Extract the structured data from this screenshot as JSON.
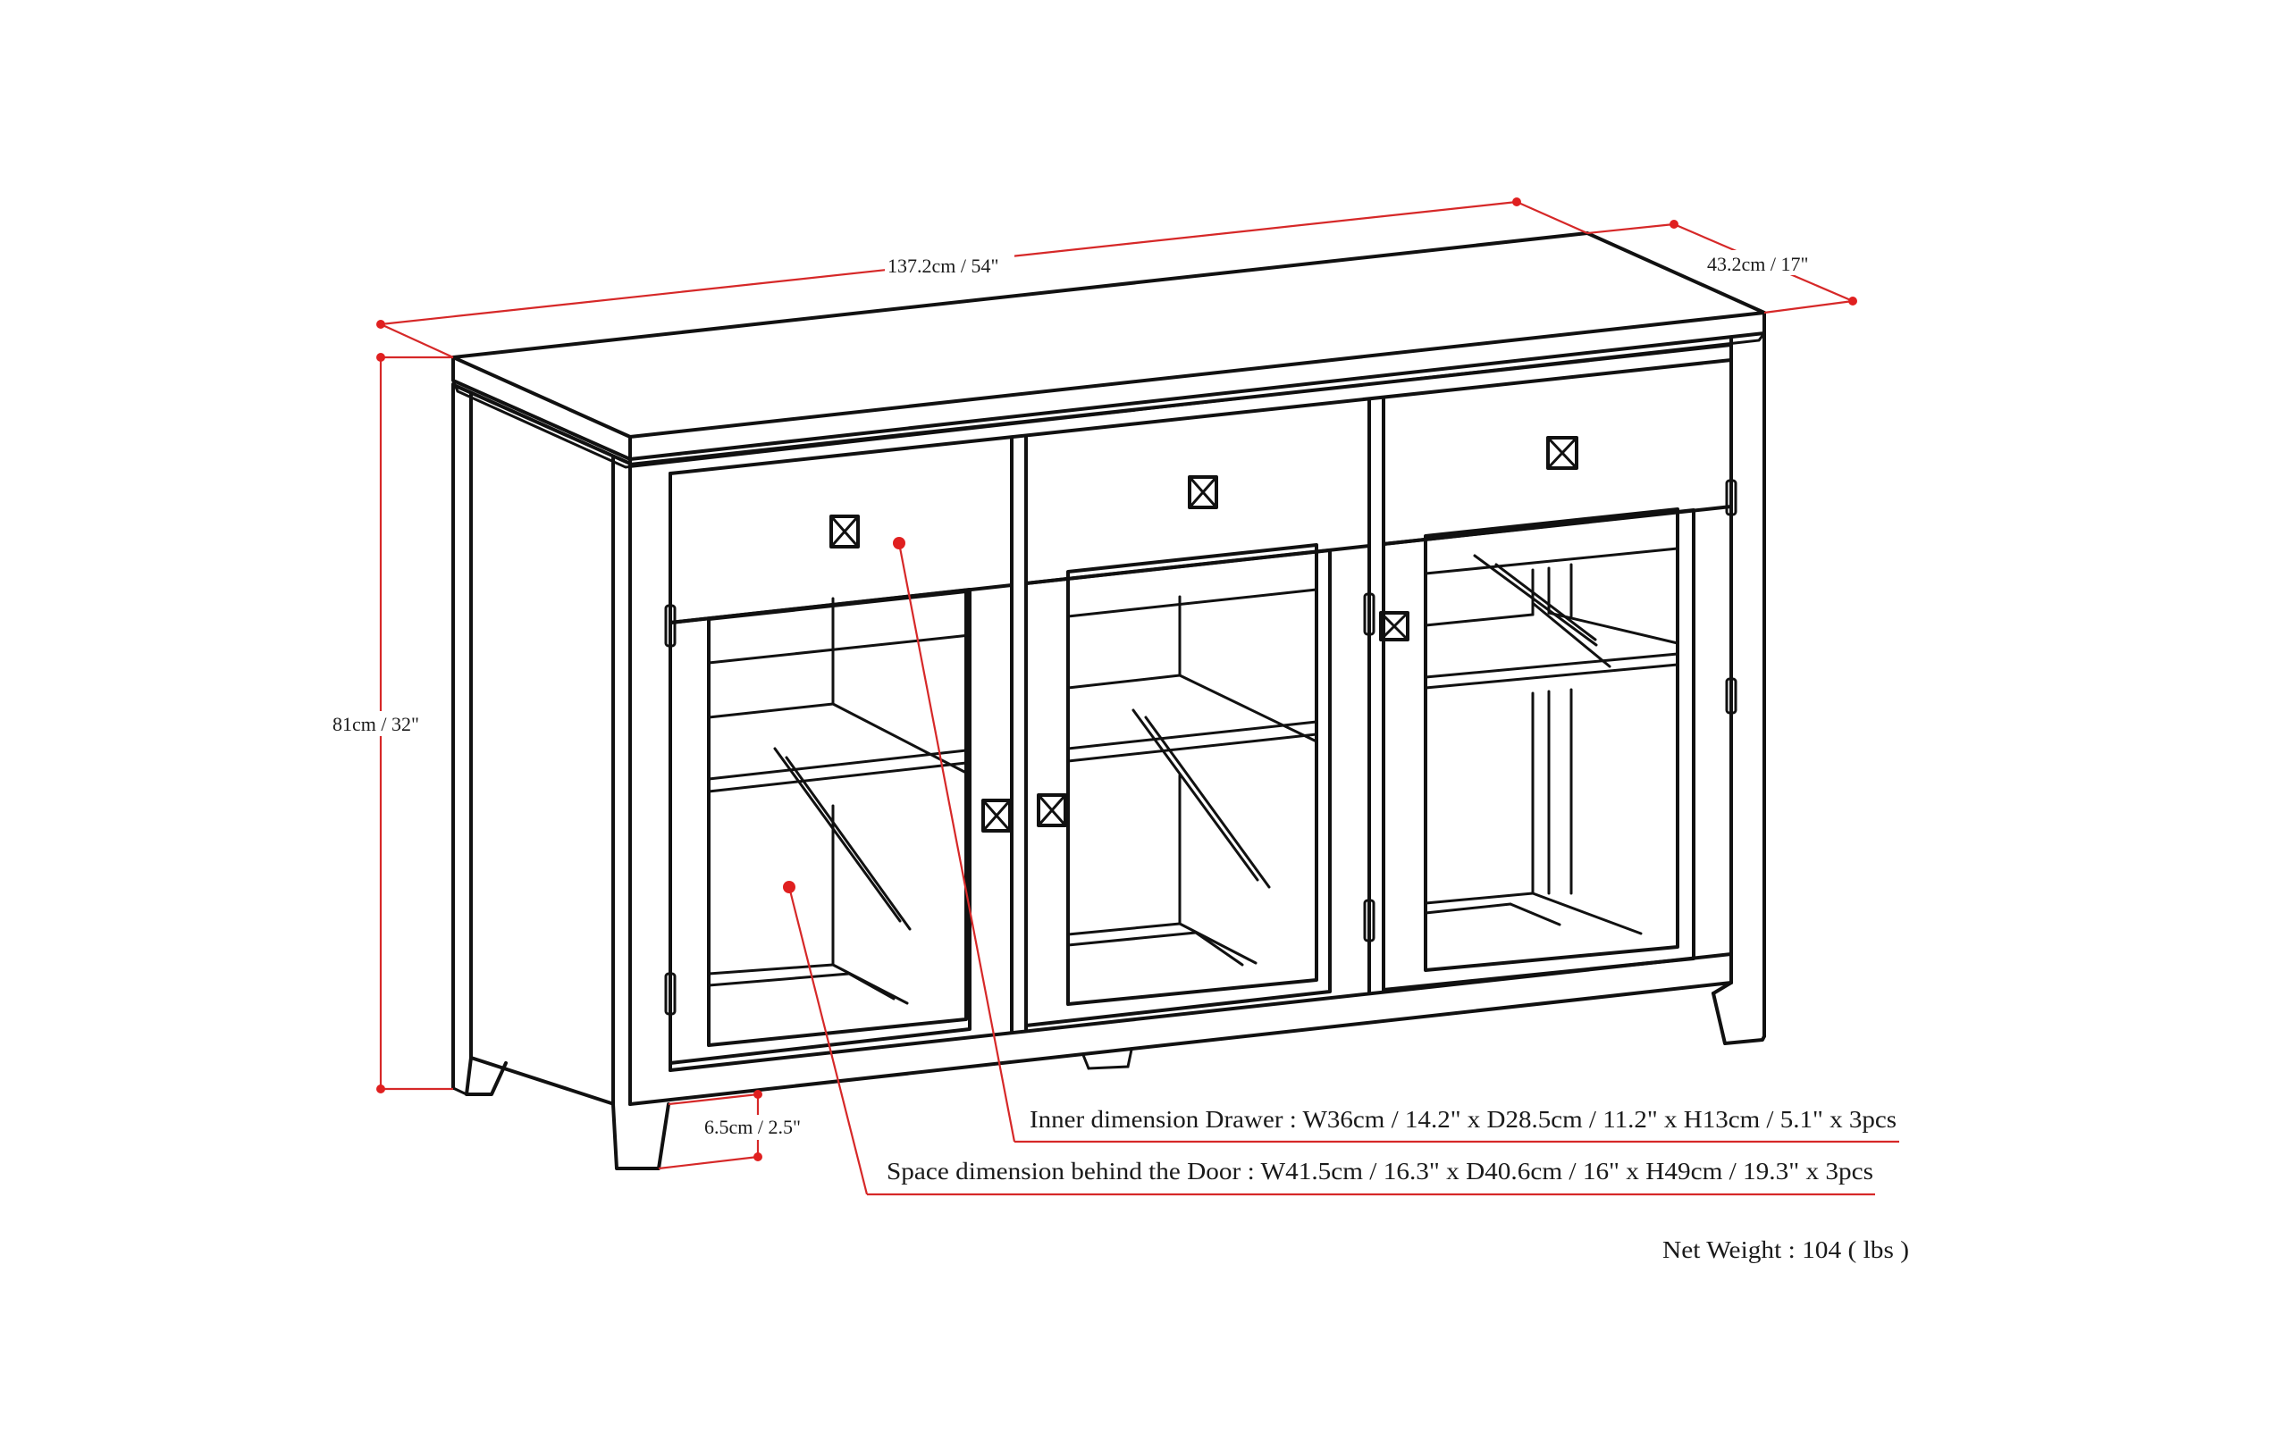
{
  "diagram": {
    "subject": "Sideboard buffet with 3 drawers and 3 glass doors",
    "colors": {
      "line": "#111111",
      "dimension": "#d62828",
      "dimension_dot": "#e02020",
      "background": "#ffffff"
    },
    "dimensions": {
      "width": "137.2cm / 54\"",
      "depth": "43.2cm / 17\"",
      "height": "81cm / 32\"",
      "leg_clearance": "6.5cm / 2.5\""
    },
    "callouts": {
      "drawer": "Inner dimension Drawer : W36cm / 14.2\" x D28.5cm / 11.2\" x H13cm / 5.1\" x 3pcs",
      "door": "Space dimension behind the Door  : W41.5cm / 16.3\" x D40.6cm / 16\" x H49cm / 19.3\" x 3pcs"
    },
    "net_weight": "Net Weight : 104 ( lbs )",
    "components": {
      "drawers": 3,
      "doors": 3,
      "handle_icon": "square-x-knob-icon"
    }
  }
}
